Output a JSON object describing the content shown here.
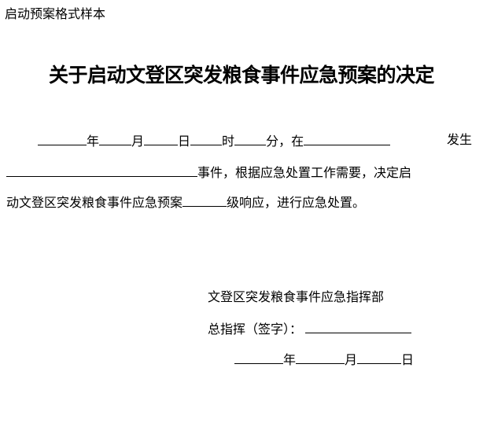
{
  "header": {
    "label": "启动预案格式样本"
  },
  "title": "关于启动文登区突发粮食事件应急预案的决定",
  "body": {
    "line1": {
      "year": "年",
      "month": "月",
      "day": "日",
      "hour": "时",
      "minute": "分，在",
      "occur": "发生"
    },
    "line2": {
      "text": "事件，根据应急处置工作需要，决定启"
    },
    "line3": {
      "text_before": "动文登区突发粮食事件应急预案",
      "text_after": "级响应，进行应急处置。"
    }
  },
  "signature": {
    "org": "文登区突发粮食事件应急指挥部",
    "commander_label": "总指挥（签字）：",
    "year": "年",
    "month": "月",
    "day": "日"
  }
}
